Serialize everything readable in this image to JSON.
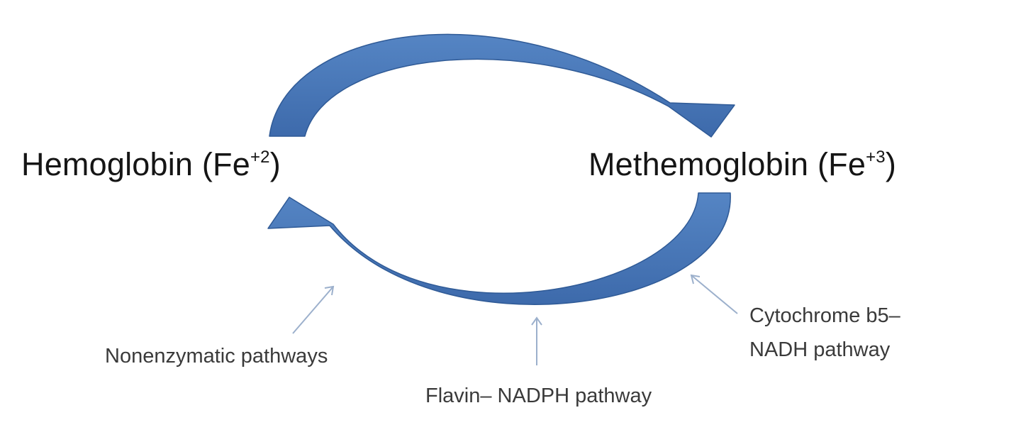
{
  "states": {
    "hemoglobin": {
      "name": "Hemoglobin (Fe",
      "charge": "+2",
      "close": ")"
    },
    "methemoglobin": {
      "name": "Methemoglobin (Fe",
      "charge": "+3",
      "close": ")"
    }
  },
  "pathways": {
    "nonenzymatic": "Nonenzymatic pathways",
    "flavin": "Flavin– NADPH pathway",
    "cytochrome_line1": "Cytochrome b5–",
    "cytochrome_line2": "NADH pathway"
  },
  "colors": {
    "arrow_fill": "#4a78b8",
    "arrow_edge": "#2f5a96",
    "pointer": "#9cb0cc",
    "text_main": "#151515",
    "text_secondary": "#3a3a3a"
  }
}
